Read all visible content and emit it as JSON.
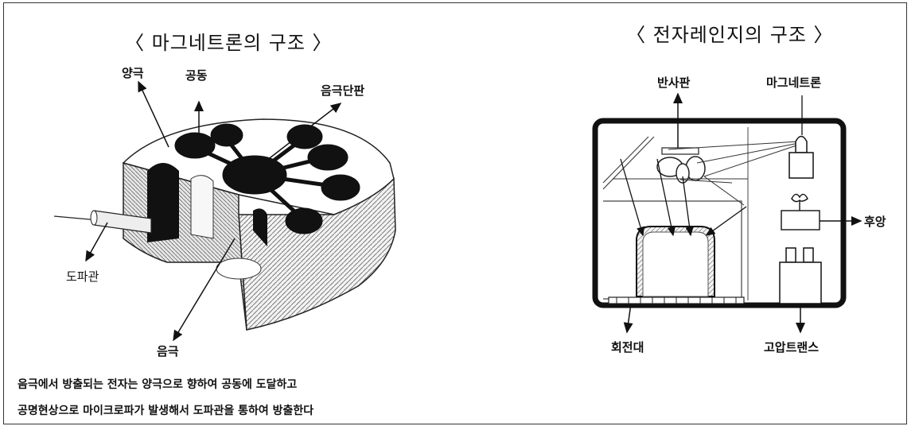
{
  "left_panel": {
    "title": "〈 마그네트론의 구조 〉",
    "labels": {
      "anode": "양극",
      "cavity": "공동",
      "cathode_plate": "음극단판",
      "waveguide": "도파관",
      "cathode": "음극"
    },
    "caption_line1": "음극에서 방출되는 전자는 양극으로 향하여 공동에 도달하고",
    "caption_line2": "공명현상으로 마이크로파가 발생해서 도파관을 통하여 방출한다"
  },
  "right_panel": {
    "title": "〈 전자레인지의 구조 〉",
    "labels": {
      "reflector": "반사판",
      "magnetron": "마그네트론",
      "fan": "후앙",
      "turntable": "회전대",
      "transformer": "고압트랜스"
    }
  }
}
